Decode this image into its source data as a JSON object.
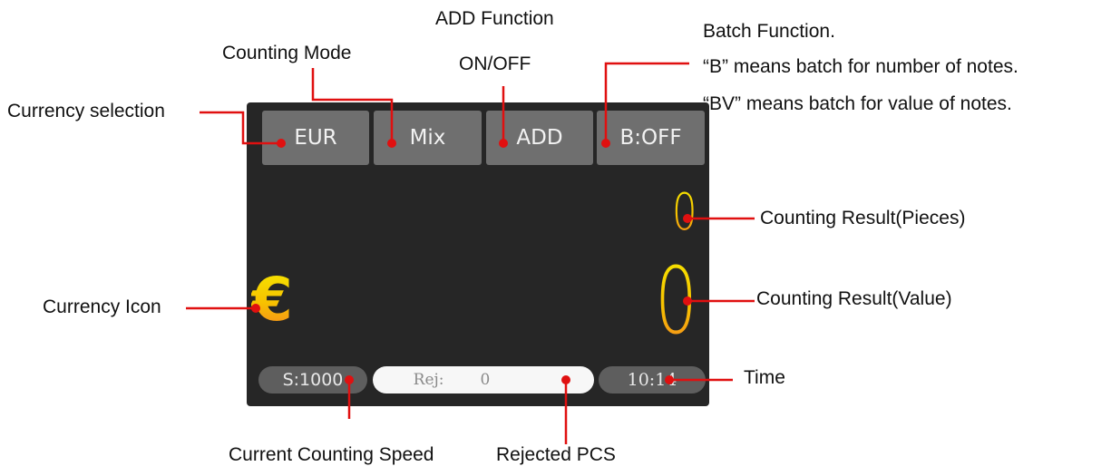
{
  "screen": {
    "tabs": {
      "currency": "EUR",
      "mode": "Mix",
      "add": "ADD",
      "batch": "B:OFF"
    },
    "result_pieces": "0",
    "result_value": "0",
    "currency_icon": "€",
    "speed": "S:1000",
    "rejected_label": "Rej:",
    "rejected_value": "0",
    "time": "10:14"
  },
  "annotations": {
    "currency_selection": "Currency selection",
    "counting_mode": "Counting Mode",
    "add_function_line1": "ADD Function",
    "add_function_line2": "ON/OFF",
    "batch_line1": "Batch Function.",
    "batch_line2": "“B” means batch for number of notes.",
    "batch_line3": "“BV” means batch for value of notes.",
    "result_pieces": "Counting Result(Pieces)",
    "result_value": "Counting Result(Value)",
    "currency_icon": "Currency Icon",
    "time": "Time",
    "current_speed": "Current Counting Speed",
    "rejected_pcs": "Rejected PCS"
  },
  "colors": {
    "callout_line": "#e01010",
    "screen_bg": "#262626",
    "tab_bg": "#6f6f6f",
    "digit_top": "#f5e400",
    "digit_bottom": "#f48a1e"
  }
}
